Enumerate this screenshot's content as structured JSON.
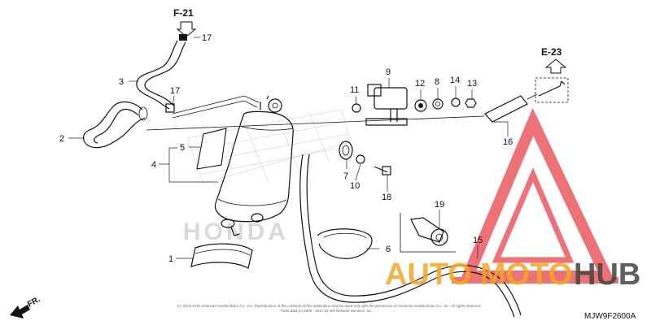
{
  "refs": {
    "top": "F-21",
    "right": "E-23"
  },
  "callouts": [
    {
      "id": "c1",
      "text": "1"
    },
    {
      "id": "c2",
      "text": "2"
    },
    {
      "id": "c3",
      "text": "3"
    },
    {
      "id": "c4",
      "text": "4"
    },
    {
      "id": "c5",
      "text": "5"
    },
    {
      "id": "c6",
      "text": "6"
    },
    {
      "id": "c7",
      "text": "7"
    },
    {
      "id": "c8",
      "text": "8"
    },
    {
      "id": "c9",
      "text": "9"
    },
    {
      "id": "c10",
      "text": "10"
    },
    {
      "id": "c11",
      "text": "11"
    },
    {
      "id": "c12",
      "text": "12"
    },
    {
      "id": "c13",
      "text": "13"
    },
    {
      "id": "c14",
      "text": "14"
    },
    {
      "id": "c15",
      "text": "15"
    },
    {
      "id": "c16",
      "text": "16"
    },
    {
      "id": "c17a",
      "text": "17"
    },
    {
      "id": "c17b",
      "text": "17"
    },
    {
      "id": "c18",
      "text": "18"
    },
    {
      "id": "c19",
      "text": "19"
    }
  ],
  "direction": "FR.",
  "diagram_code": "MJW9F2600A",
  "watermark": {
    "part1": "AUTO",
    "part2": "MOTO",
    "part3": "HUB",
    "color_accent": "#f5a623",
    "color_dark": "#444444",
    "logo_color": "#e8434a"
  },
  "background_brand": "HONDA",
  "copyright_line1": "(c) 2013-2015 American Honda Motor Co., Inc. Reproduction of the contents of this publication may be done only with the permission of American Honda Motor Co., Inc. All rights reserved.",
  "copyright_line2": "Parts data (c) 2000 - 2017 by ARI Network Services, Inc."
}
